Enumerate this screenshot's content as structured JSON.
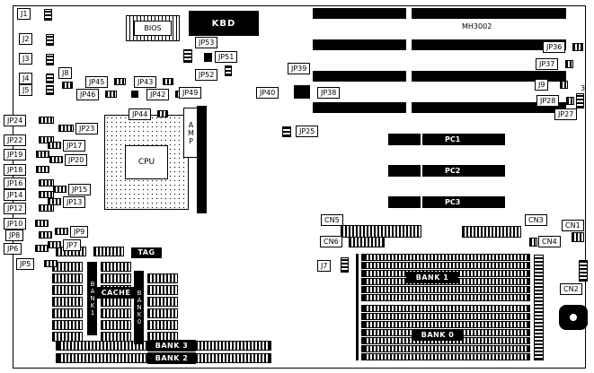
{
  "model": "MH3002",
  "labels": {
    "j1": "J1",
    "j2": "J2",
    "j3": "J3",
    "j4": "J4",
    "j5": "J5",
    "j7": "J7",
    "j8": "J8",
    "j9": "J9",
    "jp5": "JP5",
    "jp6": "JP6",
    "jp7": "JP7",
    "jp8": "JP8",
    "jp9": "JP9",
    "jp10": "JP10",
    "jp12": "JP12",
    "jp13": "JP13",
    "jp14": "JP14",
    "jp15": "JP15",
    "jp16": "JP16",
    "jp17": "JP17",
    "jp18": "JP18",
    "jp19": "JP19",
    "jp20": "JP20",
    "jp22": "JP22",
    "jp23": "JP23",
    "jp24": "JP24",
    "jp25": "JP25",
    "jp27": "JP27",
    "jp28": "JP28",
    "jp36": "JP36",
    "jp37": "JP37",
    "jp38": "JP38",
    "jp39": "JP39",
    "jp40": "JP40",
    "jp42": "JP42",
    "jp43": "JP43",
    "jp44": "JP44",
    "jp45": "JP45",
    "jp46": "JP46",
    "jp49": "JP49",
    "jp51": "JP51",
    "jp52": "JP52",
    "jp53": "JP53",
    "cn1": "CN1",
    "cn2": "CN2",
    "cn3": "CN3",
    "cn4": "CN4",
    "cn5": "CN5",
    "cn6": "CN6",
    "pin3": "3"
  },
  "chips": {
    "bios": "BIOS",
    "kbd": "KBD",
    "cpu": "CPU",
    "amp": "AMP",
    "tag": "TAG",
    "cache": "CACHE"
  },
  "slots": {
    "pc1": "PC1",
    "pc2": "PC2",
    "pc3": "PC3",
    "bank0": "BANK 0",
    "bank1": "BANK 1",
    "bank2": "BANK 2",
    "bank3": "BANK 3",
    "cache_bank1": "BANK1",
    "cache_bank0": "BANK0"
  }
}
